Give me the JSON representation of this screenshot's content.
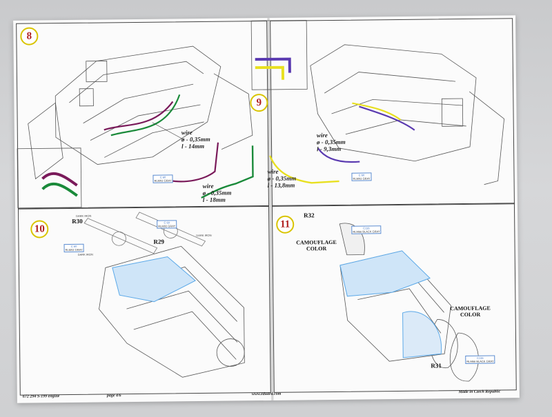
{
  "steps": [
    "8",
    "9",
    "10",
    "11"
  ],
  "wires": {
    "step8_a": {
      "title": "wire",
      "diameter": "ø - 0,35mm",
      "length": "l - 14mm"
    },
    "step8_b": {
      "title": "wire",
      "diameter": "ø - 0,35mm",
      "length": "l - 18mm"
    },
    "step9_a": {
      "title": "wire",
      "diameter": "ø - 0,35mm",
      "length": "l - 13,8mm"
    },
    "step9_b": {
      "title": "wire",
      "diameter": "ø - 0,35mm",
      "length": "l - 9,3mm"
    }
  },
  "paint_tags": {
    "c60_a": {
      "code": "C 60",
      "name": "RLM02 GRAY"
    },
    "c60_b": {
      "code": "C 60",
      "name": "RLM02 GRAY"
    },
    "c60_c": {
      "code": "C 60",
      "name": "RLM02 GRAY"
    },
    "c60_d": {
      "code": "C 60",
      "name": "RLM02 GRAY"
    },
    "c116_a": {
      "code": "C116",
      "name": "RLM66 BLACK GRAY"
    },
    "c116_b": {
      "code": "C116",
      "name": "RLM66 BLACK GRAY"
    }
  },
  "paint_notes": {
    "dark_iron_1": "DARK IRON",
    "dark_iron_2": "DARK IRON",
    "dark_iron_3": "DARK IRON"
  },
  "parts": {
    "r30": "R30",
    "r29": "R29",
    "r32": "R32",
    "r31": "R31"
  },
  "camouflage": {
    "label_1": "CAMOUFLAGE COLOR",
    "label_2": "CAMOUFLAGE COLOR"
  },
  "footer": {
    "left": "672 294  S-199 engine",
    "page": "page 4/6",
    "url": "www.eduard.com",
    "made": "Made in Czech Republic"
  },
  "colors": {
    "wire_purple": "#7a1a5a",
    "wire_green": "#1a8a3a",
    "wire_yellow": "#e8e020",
    "wire_violet": "#5a3ab0",
    "highlight_blue": "#5aa8e8",
    "step_ring": "#d9c400",
    "step_number": "#b02020"
  }
}
